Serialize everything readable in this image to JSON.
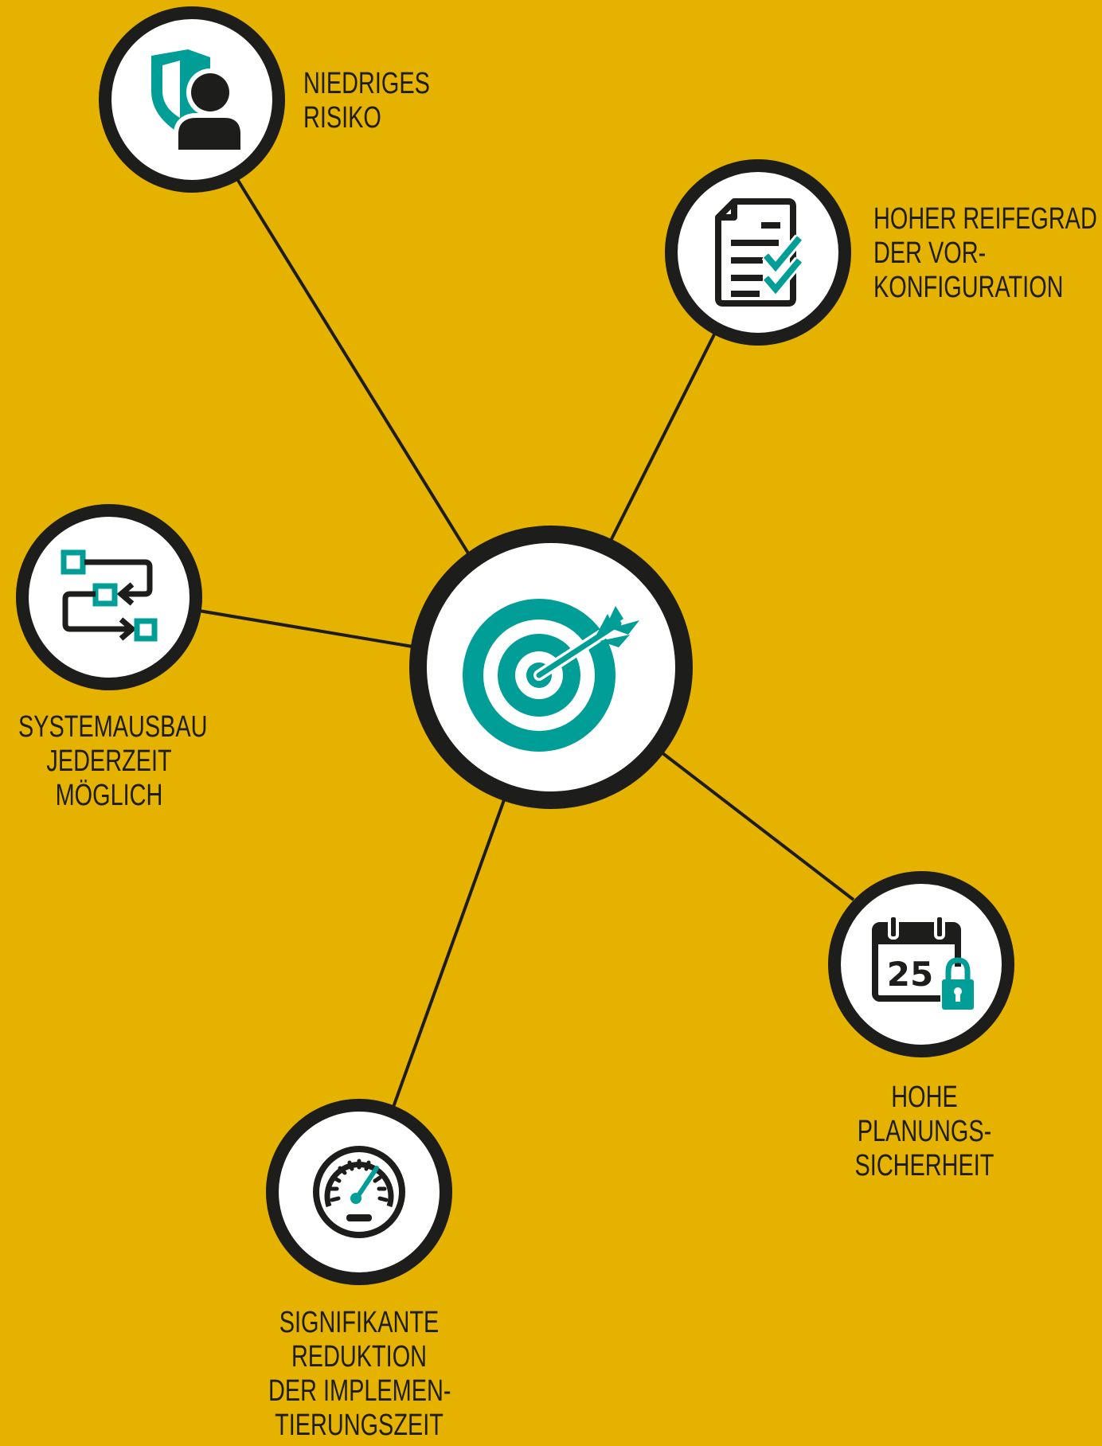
{
  "colors": {
    "background": "#e5b200",
    "ring": "#1d1d1b",
    "accent": "#009e96",
    "node_fill": "#ffffff"
  },
  "center": {
    "icon": "target-icon"
  },
  "nodes": [
    {
      "id": "low-risk",
      "icon": "shield-person-icon",
      "label_lines": [
        "NIEDRIGES",
        "RISIKO"
      ]
    },
    {
      "id": "preconfiguration",
      "icon": "checklist-document-icon",
      "label_lines": [
        "HOHER REIFEGRAD",
        "DER VOR-",
        "KONFIGURATION"
      ]
    },
    {
      "id": "system-expansion",
      "icon": "process-flow-icon",
      "label_lines": [
        "SYSTEMAUSBAU",
        "JEDERZEIT",
        "MÖGLICH"
      ]
    },
    {
      "id": "planning-security",
      "icon": "calendar-lock-icon",
      "icon_text": "25",
      "label_lines": [
        "HOHE",
        "PLANUNGS-",
        "SICHERHEIT"
      ]
    },
    {
      "id": "implementation-time",
      "icon": "speedometer-icon",
      "label_lines": [
        "SIGNIFIKANTE",
        "REDUKTION",
        "DER IMPLEMEN-",
        "TIERUNGSZEIT"
      ]
    }
  ]
}
